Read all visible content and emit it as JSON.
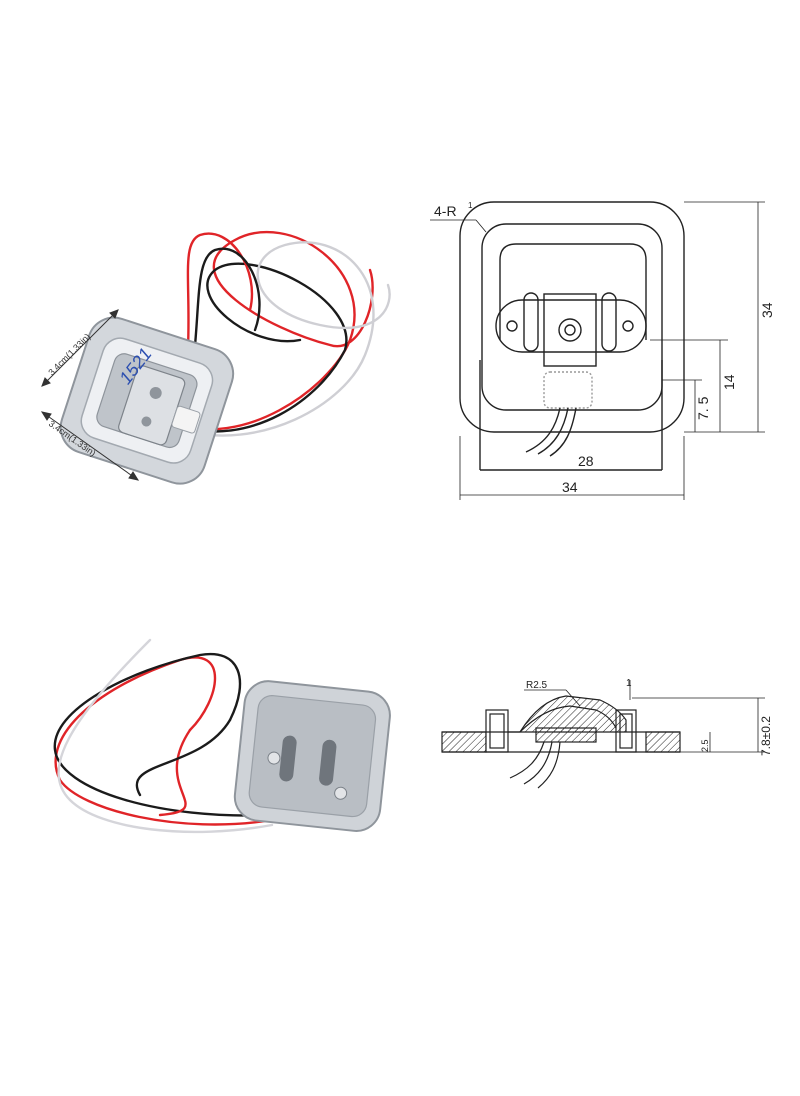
{
  "photo_top": {
    "dim_label_1": "3.4cm(1.33in)",
    "dim_label_2": "3.4cm(1.33in)",
    "handwritten_marking": "1521"
  },
  "drawing_top": {
    "corner_radius_label": "4-R",
    "corner_radius_superscript": "1",
    "dim_height": "34",
    "dim_width": "34",
    "dim_base_width": "28",
    "dim_14": "14",
    "dim_7_5": "7. 5"
  },
  "drawing_side": {
    "radius_label": "R2.5",
    "dim_1": "1",
    "dim_2_5": "2.5",
    "dim_total_height": "7.8±0.2"
  },
  "colors": {
    "wire_red": "#e02428",
    "wire_black": "#1b1b1b",
    "wire_white": "#e6e6ea",
    "metal_light": "#dfe2e6",
    "metal_dark": "#9aa0a7",
    "line": "#222222"
  }
}
